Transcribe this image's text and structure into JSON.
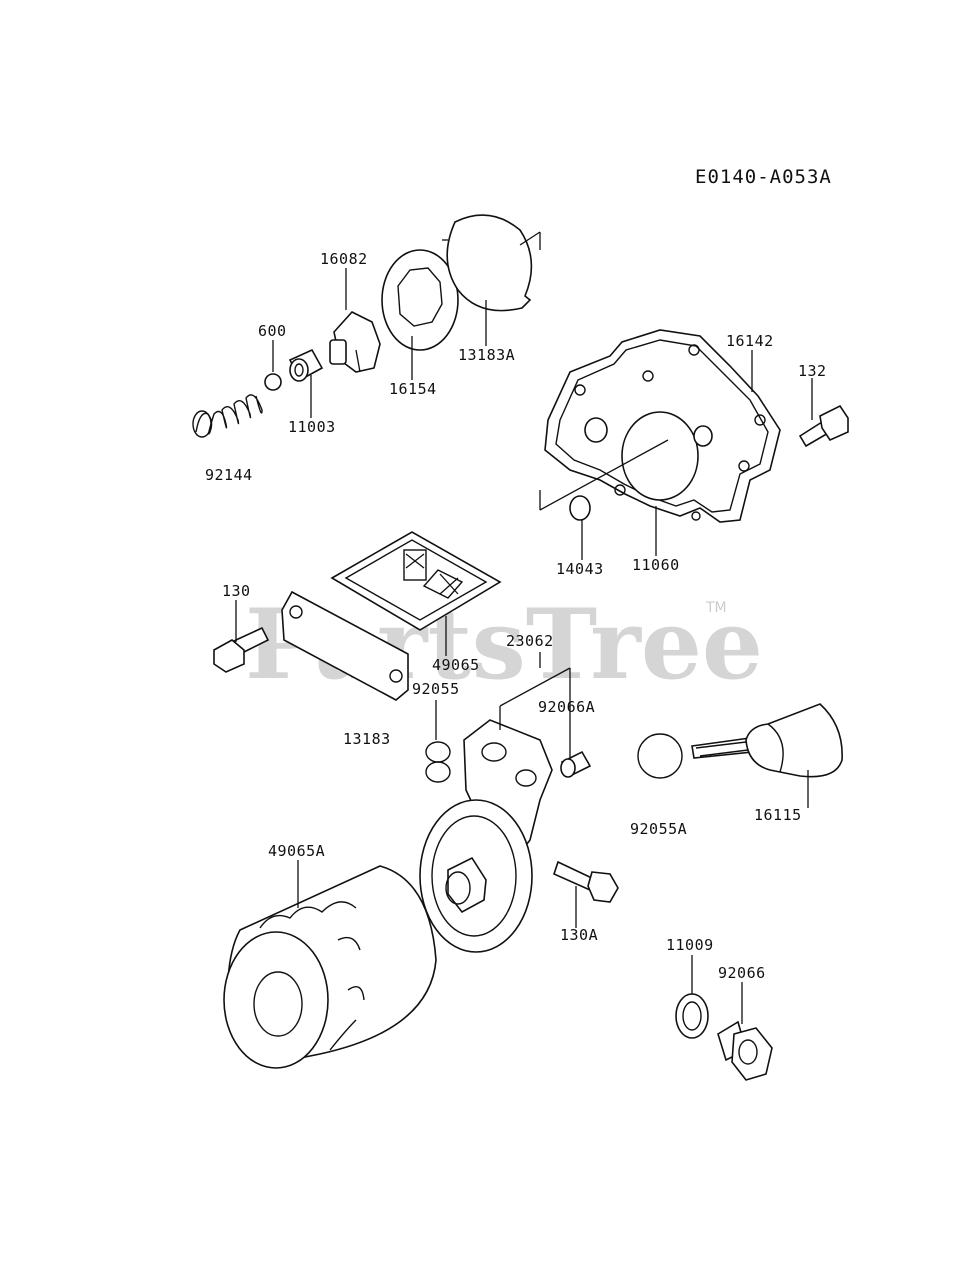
{
  "diagram": {
    "code": "E0140-A053A",
    "watermark": "PartsTree",
    "trademark": "TM",
    "labels": [
      {
        "id": "16082",
        "text": "16082"
      },
      {
        "id": "600",
        "text": "600"
      },
      {
        "id": "16154",
        "text": "16154"
      },
      {
        "id": "13183A",
        "text": "13183A"
      },
      {
        "id": "11003",
        "text": "11003"
      },
      {
        "id": "92144",
        "text": "92144"
      },
      {
        "id": "16142",
        "text": "16142"
      },
      {
        "id": "132",
        "text": "132"
      },
      {
        "id": "14043",
        "text": "14043"
      },
      {
        "id": "11060",
        "text": "11060"
      },
      {
        "id": "130",
        "text": "130"
      },
      {
        "id": "49065",
        "text": "49065"
      },
      {
        "id": "23062",
        "text": "23062"
      },
      {
        "id": "92055",
        "text": "92055"
      },
      {
        "id": "92066A",
        "text": "92066A"
      },
      {
        "id": "13183",
        "text": "13183"
      },
      {
        "id": "92055A",
        "text": "92055A"
      },
      {
        "id": "16115",
        "text": "16115"
      },
      {
        "id": "49065A",
        "text": "49065A"
      },
      {
        "id": "130A",
        "text": "130A"
      },
      {
        "id": "11009",
        "text": "11009"
      },
      {
        "id": "92066",
        "text": "92066"
      }
    ]
  }
}
